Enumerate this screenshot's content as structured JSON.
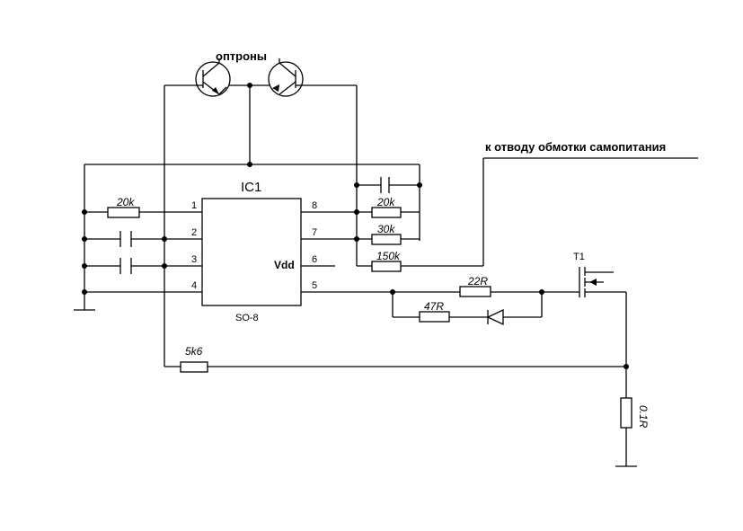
{
  "optocouplers_label": "оптроны",
  "note_label": "к отводу обмотки самопитания",
  "ic": {
    "name": "IC1",
    "package": "SO-8",
    "supply_label": "Vdd",
    "pins": [
      "1",
      "2",
      "3",
      "4",
      "5",
      "6",
      "7",
      "8"
    ]
  },
  "transistor_label": "T1",
  "resistors": {
    "r_pin1": "20k",
    "r_pin8": "20k",
    "r_pin7": "30k",
    "r_feedback": "150k",
    "r_gate": "22R",
    "r_gate_diode": "47R",
    "r_sense_feedback": "5k6",
    "r_shunt": "0.1R"
  }
}
